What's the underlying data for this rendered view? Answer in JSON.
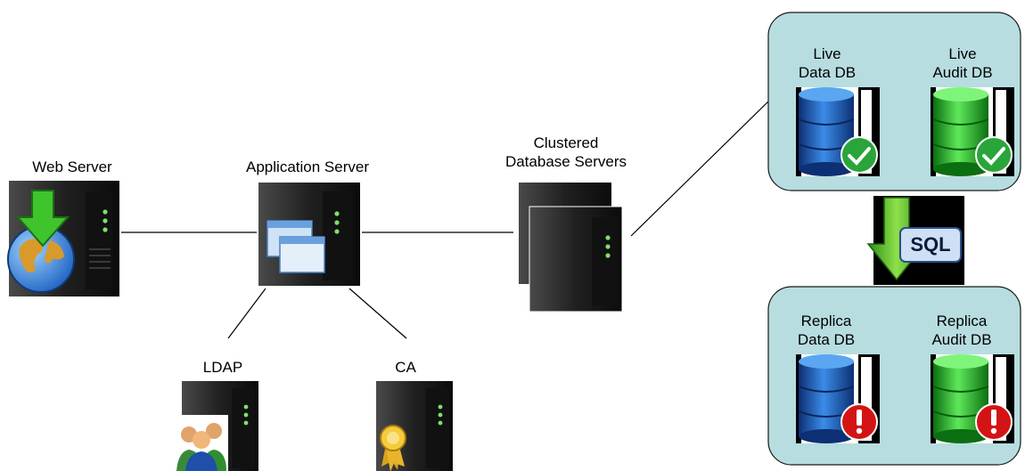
{
  "nodes": {
    "web_server": "Web Server",
    "app_server": "Application Server",
    "db_cluster": "Clustered\nDatabase Servers",
    "ldap": "LDAP",
    "ca": "CA"
  },
  "live_panel": {
    "data_db": "Live\nData DB",
    "audit_db": "Live\nAudit DB"
  },
  "replica_panel": {
    "data_db": "Replica\nData DB",
    "audit_db": "Replica\nAudit DB"
  },
  "replication": {
    "label": "SQL"
  },
  "colors": {
    "panel_fill": "#b7dde0",
    "panel_stroke": "#1a1a1a",
    "server_dark": "#1b1b1b",
    "led_green": "#7fe06a",
    "db_blue": "#1f5fbf",
    "db_green": "#27b82a",
    "ok_green": "#2aa53a",
    "error_red": "#d41414"
  }
}
